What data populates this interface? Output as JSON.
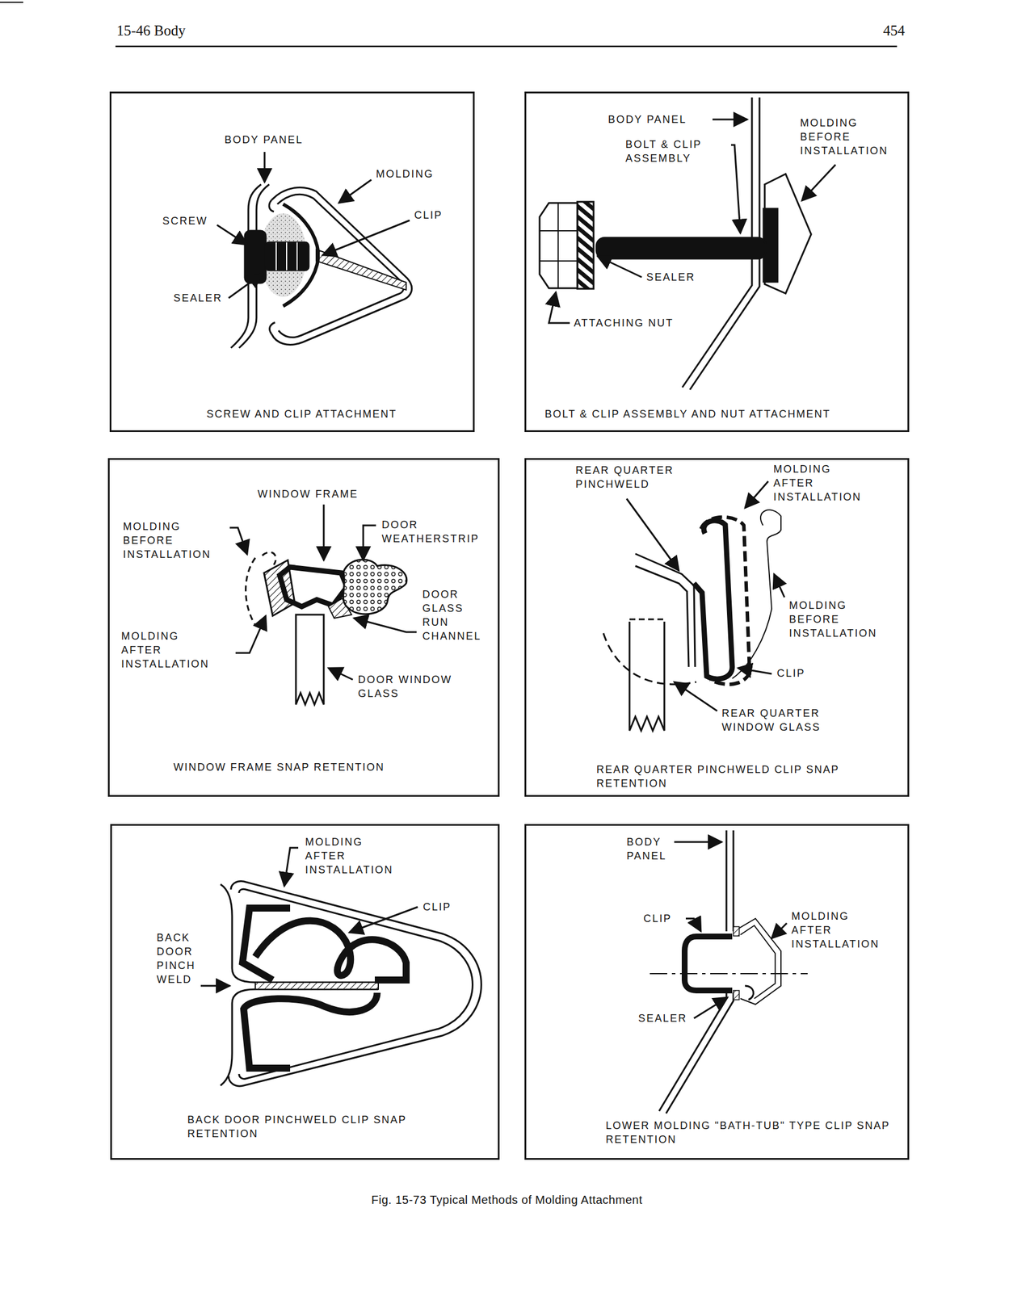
{
  "diagram": {
    "caption": "Fig. 15-73 Typical Methods of Molding Attachment",
    "nodes": [
      {
        "text": [
          "SCREW AND CLIP ATTACHMENT"
        ]
      },
      {
        "text": [
          "BOLT & CLIP ASSEMBLY AND NUT ATTACHMENT"
        ]
      },
      {
        "text": [
          "WINDOW FRAME SNAP RETENTION"
        ]
      },
      {
        "text": [
          "REAR QUARTER PINCHWELD CLIP SNAP RETENTION"
        ]
      },
      {
        "text": [
          "BACK DOOR PINCHWELD CLIP SNAP RETENTION"
        ]
      },
      {
        "text": [
          "LOWER MOLDING \"BATH-TUB\" TYPE CLIP SNAP RETENTION"
        ]
      }
    ],
    "labels": [
      "15-46 Body",
      "454",
      "BODY PANEL",
      "MOLDING",
      "SCREW",
      "CLIP",
      "SEALER",
      "BODY PANEL",
      "MOLDING BEFORE INSTALLATION",
      "BOLT & CLIP ASSEMBLY",
      "SEALER",
      "ATTACHING NUT",
      "WINDOW FRAME",
      "MOLDING BEFORE INSTALLATION",
      "DOOR WEATHERSTRIP",
      "DOOR GLASS RUN CHANNEL",
      "MOLDING AFTER INSTALLATION",
      "DOOR WINDOW GLASS",
      "REAR QUARTER PINCHWELD",
      "MOLDING AFTER INSTALLATION",
      "MOLDING BEFORE INSTALLATION",
      "CLIP",
      "REAR QUARTER WINDOW GLASS",
      "MOLDING AFTER INSTALLATION",
      "CLIP",
      "BACK DOOR PINCH WELD",
      "BODY PANEL",
      "CLIP",
      "MOLDING AFTER INSTALLATION",
      "SEALER"
    ]
  }
}
